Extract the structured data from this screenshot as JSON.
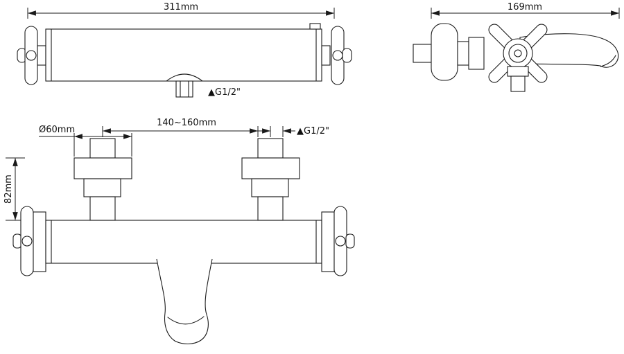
{
  "diagram": {
    "description": "Thermostatic bath shower mixer tap technical dimension drawing, three orthographic views",
    "colors": {
      "line": "#1a1a1a",
      "background": "#ffffff"
    },
    "top_view": {
      "width_dim": "311mm",
      "outlet_thread_label": "▲G1/2\""
    },
    "side_view": {
      "depth_dim": "169mm"
    },
    "front_view": {
      "flange_diameter_dim": "Ø60mm",
      "inlet_centers_dim": "140~160mm",
      "inlet_thread_label": "▲G1/2\"",
      "drop_height_dim": "82mm"
    }
  }
}
